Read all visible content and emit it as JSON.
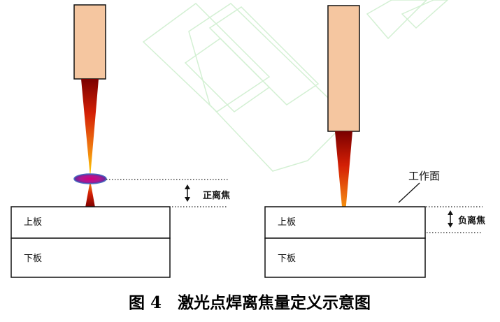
{
  "colors": {
    "nozzle_fill": "#f5c6a0",
    "beam_dark": "#7a0000",
    "beam_mid": "#e53a0a",
    "beam_light": "#ffd400",
    "focus_center": "#c2007a",
    "focus_edge": "#5a2ca0",
    "watermark": "#cdeecd"
  },
  "left_diagram": {
    "upper_plate": "上板",
    "lower_plate": "下板",
    "focus_label": "正离焦"
  },
  "right_diagram": {
    "upper_plate": "上板",
    "lower_plate": "下板",
    "focus_label": "负离焦",
    "surface_label": "工作面"
  },
  "caption": "图 4　激光点焊离焦量定义示意图"
}
